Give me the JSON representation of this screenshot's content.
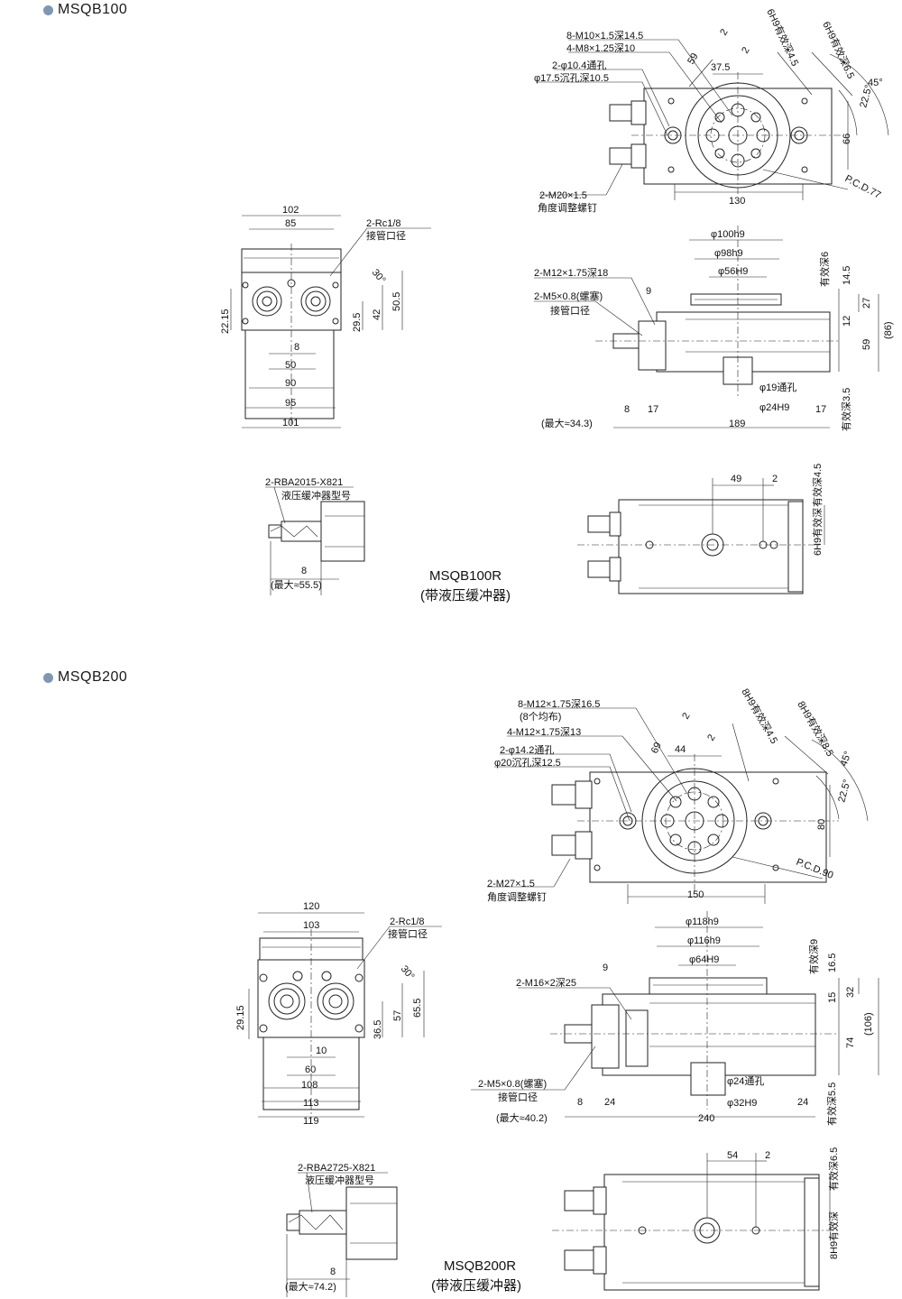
{
  "sections": [
    {
      "model": "MSQB100",
      "top_view": {
        "callouts": [
          "8-M10×1.5深14.5",
          "4-M8×1.25深10",
          "2-φ10.4通孔",
          "φ17.5沉孔深10.5",
          "2-M20×1.5",
          "角度调整螺钉"
        ],
        "dims": [
          "59",
          "37.5",
          "2",
          "2",
          "6H9有效深4.5",
          "6H9有效深6.5",
          "45°",
          "22.5°",
          "66",
          "130",
          "P.C.D.77"
        ]
      },
      "front_view": {
        "callouts": [
          "2-Rc1/8",
          "接管口径"
        ],
        "dims": [
          "102",
          "85",
          "30°",
          "22.15",
          "29.5",
          "42",
          "50.5",
          "8",
          "50",
          "90",
          "95",
          "101"
        ]
      },
      "side_view": {
        "callouts": [
          "2-M12×1.75深18",
          "2-M5×0.8(螺塞)",
          "接管口径",
          "φ19通孔",
          "φ24H9"
        ],
        "dims": [
          "φ100h9",
          "φ98h9",
          "φ56H9",
          "9",
          "有效深6",
          "14.5",
          "27",
          "12",
          "59",
          "(86)",
          "有效深3.5",
          "8",
          "17",
          "17",
          "(最大≈34.3)",
          "189"
        ]
      },
      "damper_view": {
        "callouts": [
          "2-RBA2015-X821",
          "液压缓冲器型号"
        ],
        "dims": [
          "8",
          "(最大≈55.5)"
        ]
      },
      "r_view": {
        "dims": [
          "49",
          "2",
          "有效深4.5",
          "6H9有效深"
        ]
      },
      "r_title": "MSQB100R",
      "r_subtitle": "(带液压缓冲器)"
    },
    {
      "model": "MSQB200",
      "top_view": {
        "callouts": [
          "8-M12×1.75深16.5",
          "(8个均布)",
          "4-M12×1.75深13",
          "2-φ14.2通孔",
          "φ20沉孔深12.5",
          "2-M27×1.5",
          "角度调整螺钉"
        ],
        "dims": [
          "69",
          "44",
          "2",
          "2",
          "8H9有效深4.5",
          "8H9有效深8.5",
          "45°",
          "22.5°",
          "80",
          "150",
          "P.C.D.90"
        ]
      },
      "front_view": {
        "callouts": [
          "2-Rc1/8",
          "接管口径"
        ],
        "dims": [
          "120",
          "103",
          "30°",
          "29.15",
          "36.5",
          "57",
          "65.5",
          "10",
          "60",
          "108",
          "113",
          "119"
        ]
      },
      "side_view": {
        "callouts": [
          "2-M16×2深25",
          "2-M5×0.8(螺塞)",
          "接管口径",
          "φ24通孔",
          "φ32H9"
        ],
        "dims": [
          "φ118h9",
          "φ116h9",
          "φ64H9",
          "9",
          "有效深9",
          "16.5",
          "32",
          "15",
          "74",
          "(106)",
          "有效深5.5",
          "8",
          "24",
          "24",
          "(最大≈40.2)",
          "240"
        ]
      },
      "damper_view": {
        "callouts": [
          "2-RBA2725-X821",
          "液压缓冲器型号"
        ],
        "dims": [
          "8",
          "(最大≈74.2)"
        ]
      },
      "r_view": {
        "dims": [
          "54",
          "2",
          "有效深6.5",
          "8H9有效深"
        ]
      },
      "r_title": "MSQB200R",
      "r_subtitle": "(带液压缓冲器)"
    }
  ]
}
